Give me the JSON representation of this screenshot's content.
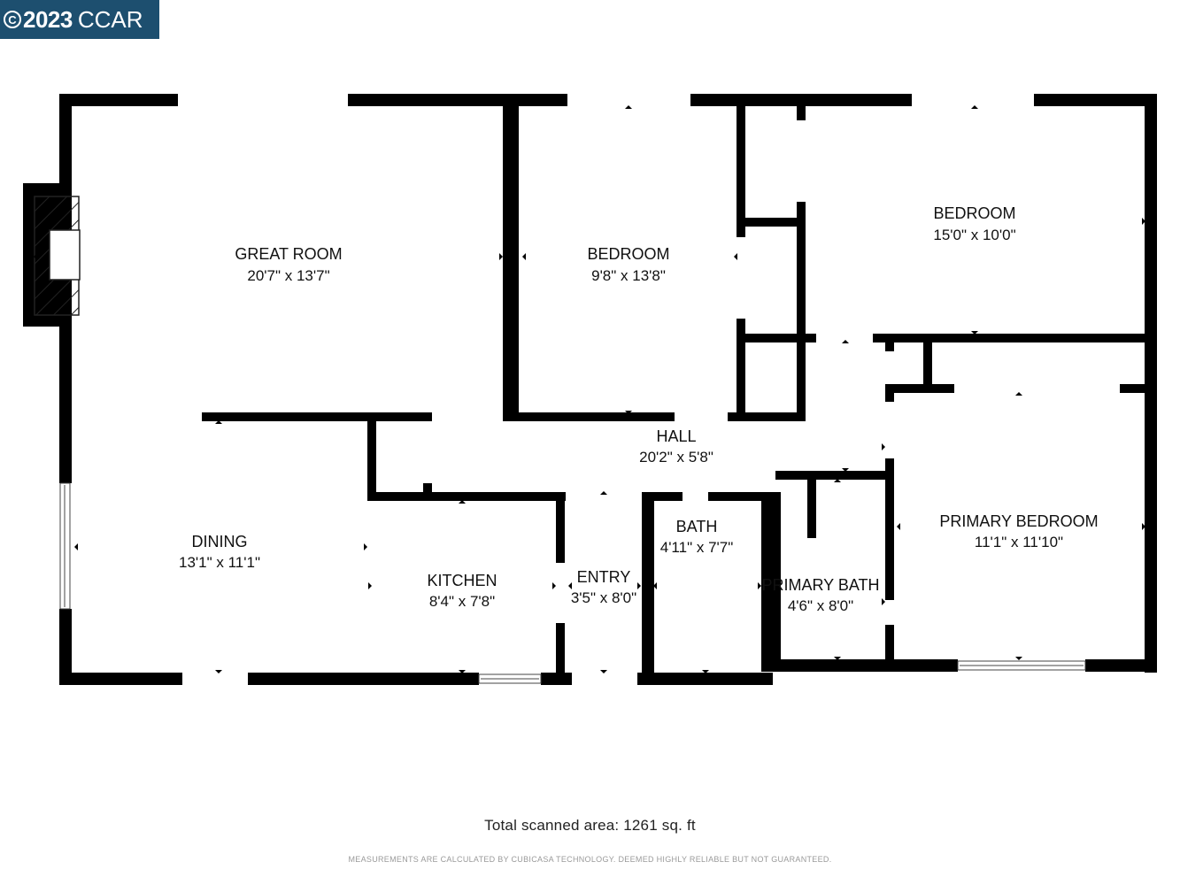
{
  "badge": {
    "year": "2023",
    "org": "CCAR"
  },
  "rooms": {
    "great_room": {
      "name": "GREAT ROOM",
      "dim": "20'7\" x 13'7\""
    },
    "bedroom_1": {
      "name": "BEDROOM",
      "dim": "9'8\" x 13'8\""
    },
    "bedroom_2": {
      "name": "BEDROOM",
      "dim": "15'0\" x 10'0\""
    },
    "hall": {
      "name": "HALL",
      "dim": "20'2\" x 5'8\""
    },
    "dining": {
      "name": "DINING",
      "dim": "13'1\" x 11'1\""
    },
    "kitchen": {
      "name": "KITCHEN",
      "dim": "8'4\" x 7'8\""
    },
    "entry": {
      "name": "ENTRY",
      "dim": "3'5\" x 8'0\""
    },
    "bath": {
      "name": "BATH",
      "dim": "4'11\" x 7'7\""
    },
    "primary_bath": {
      "name": "PRIMARY BATH",
      "dim": "4'6\" x 8'0\""
    },
    "primary_bedroom": {
      "name": "PRIMARY BEDROOM",
      "dim": "11'1\" x 11'10\""
    }
  },
  "footer": {
    "total": "Total scanned area: 1261 sq. ft",
    "disclaimer": "MEASUREMENTS ARE CALCULATED BY CUBICASA TECHNOLOGY. DEEMED HIGHLY RELIABLE BUT NOT GUARANTEED."
  }
}
